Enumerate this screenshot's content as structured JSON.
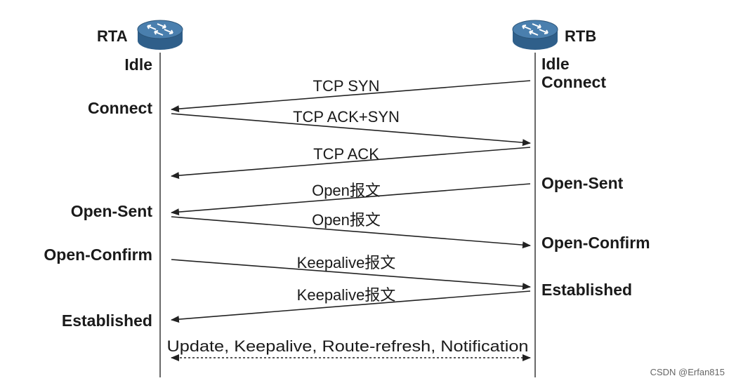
{
  "nodes": {
    "left": {
      "name": "RTA",
      "icon": "router-icon"
    },
    "right": {
      "name": "RTB",
      "icon": "router-icon"
    }
  },
  "left_states": {
    "idle": "Idle",
    "connect": "Connect",
    "open_sent": "Open-Sent",
    "open_confirm": "Open-Confirm",
    "established": "Established"
  },
  "right_states": {
    "idle": "Idle",
    "connect": "Connect",
    "open_sent": "Open-Sent",
    "open_confirm": "Open-Confirm",
    "established": "Established"
  },
  "messages": {
    "m1": "TCP SYN",
    "m2": "TCP ACK+SYN",
    "m3": "TCP ACK",
    "m4": "Open报文",
    "m5": "Open报文",
    "m6": "Keepalive报文",
    "m7": "Keepalive报文",
    "m8": "Update, Keepalive, Route-refresh, Notification"
  },
  "watermark": "CSDN @Erfan815",
  "colors": {
    "router_body": "#2f5f8a",
    "router_top": "#4a7fae",
    "line": "#222222"
  }
}
